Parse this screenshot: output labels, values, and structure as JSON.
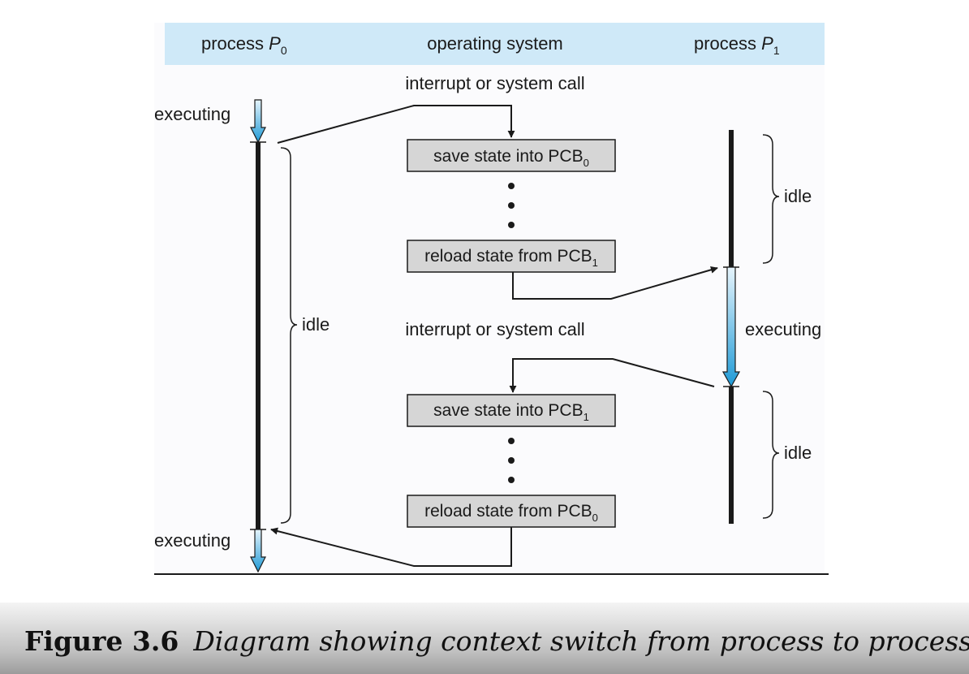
{
  "header": {
    "col_left": {
      "text": "process ",
      "italic": "P",
      "sub": "0"
    },
    "col_mid": "operating system",
    "col_right": {
      "text": "process ",
      "italic": "P",
      "sub": "1"
    }
  },
  "labels": {
    "interrupt_1": "interrupt or system call",
    "interrupt_2": "interrupt or system call",
    "p0_executing_top": "executing",
    "p0_executing_bottom": "executing",
    "p0_idle": "idle",
    "p1_idle_top": "idle",
    "p1_executing": "executing",
    "p1_idle_bottom": "idle"
  },
  "boxes": [
    {
      "text": "save state into PCB",
      "sub": "0"
    },
    {
      "text": "reload state from PCB",
      "sub": "1"
    },
    {
      "text": "save state into PCB",
      "sub": "1"
    },
    {
      "text": "reload state from PCB",
      "sub": "0"
    }
  ],
  "caption": {
    "number": "Figure 3.6",
    "text": "Diagram showing context switch from process to process."
  },
  "colors": {
    "header_bg": "#cfe9f8",
    "box_fill": "#d6d6d6",
    "arrow_light": "#e6f4fc",
    "arrow_dark": "#1f9ad6",
    "line": "#1a1a1a"
  }
}
